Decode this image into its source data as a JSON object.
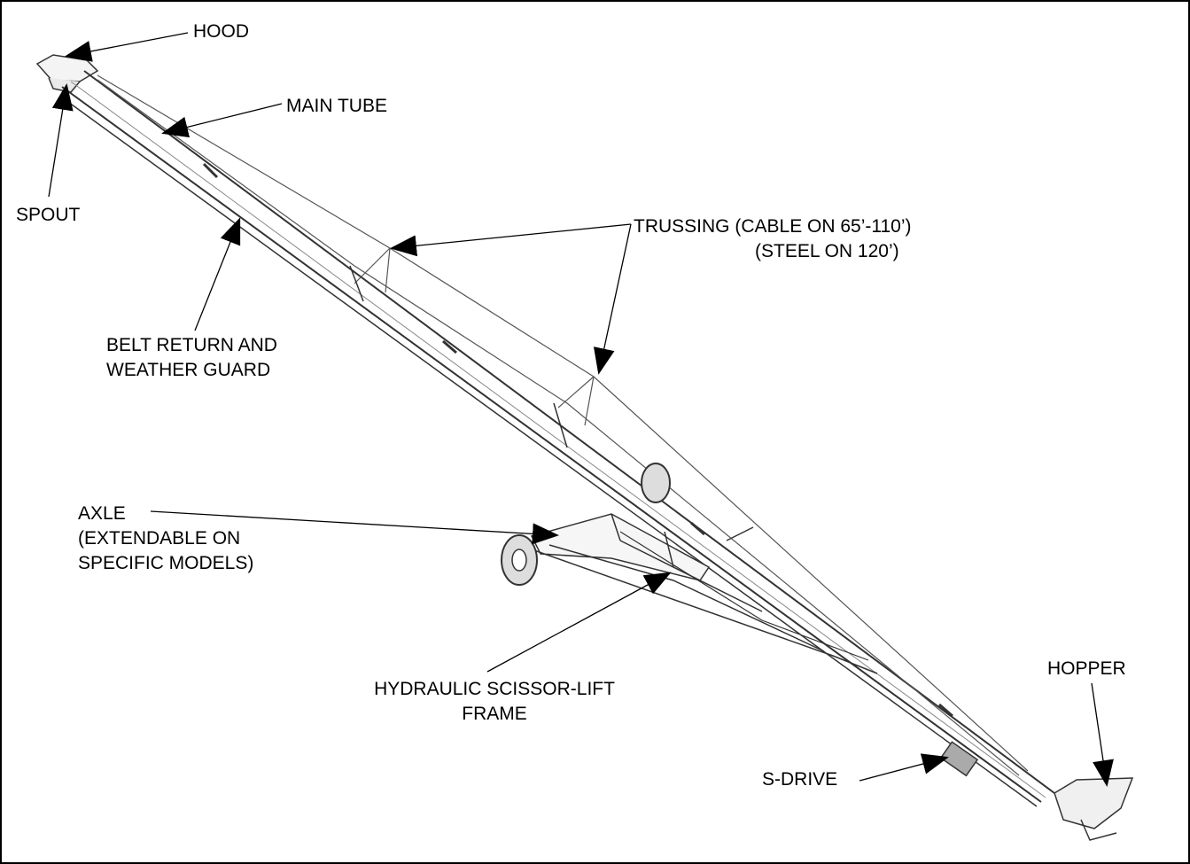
{
  "labels": {
    "hood": "HOOD",
    "main_tube": "MAIN TUBE",
    "spout": "SPOUT",
    "trussing_line1": "TRUSSING (CABLE ON 65’-110’)",
    "trussing_line2": "(STEEL ON 120’)",
    "belt_return_line1": "BELT RETURN AND",
    "belt_return_line2": "WEATHER GUARD",
    "axle_line1": "AXLE",
    "axle_line2": "(EXTENDABLE ON",
    "axle_line3": "SPECIFIC MODELS)",
    "scissor_line1": "HYDRAULIC SCISSOR-LIFT",
    "scissor_line2": "FRAME",
    "hopper": "HOPPER",
    "s_drive": "S-DRIVE"
  }
}
